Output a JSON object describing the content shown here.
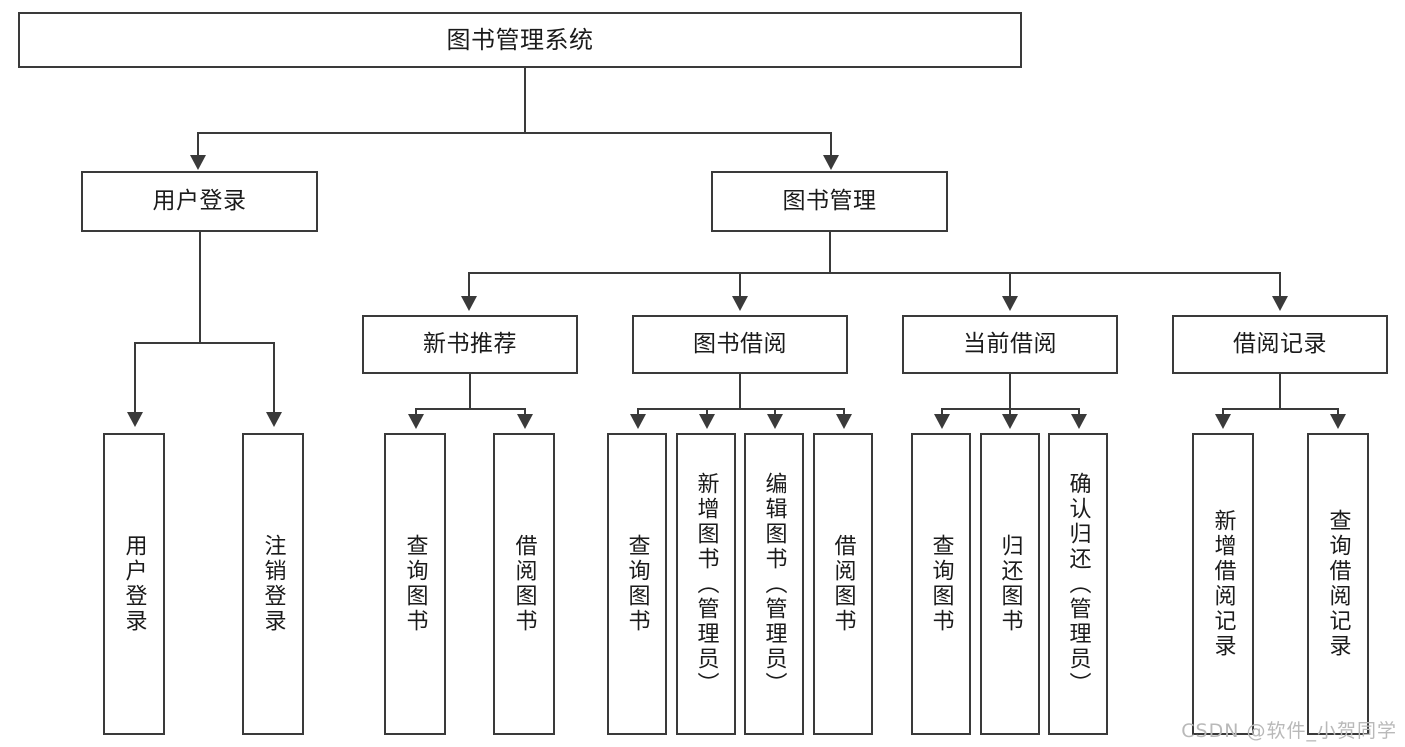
{
  "diagram": {
    "title": "图书管理系统",
    "type": "tree",
    "root": {
      "label": "图书管理系统",
      "children": [
        {
          "label": "用户登录",
          "children": [
            {
              "label": "用户登录"
            },
            {
              "label": "注销登录"
            }
          ]
        },
        {
          "label": "图书管理",
          "children": [
            {
              "label": "新书推荐",
              "children": [
                {
                  "label": "查询图书"
                },
                {
                  "label": "借阅图书"
                }
              ]
            },
            {
              "label": "图书借阅",
              "children": [
                {
                  "label": "查询图书"
                },
                {
                  "label": "新增图书（管理员）"
                },
                {
                  "label": "编辑图书（管理员）"
                },
                {
                  "label": "借阅图书"
                }
              ]
            },
            {
              "label": "当前借阅",
              "children": [
                {
                  "label": "查询图书"
                },
                {
                  "label": "归还图书"
                },
                {
                  "label": "确认归还（管理员）"
                }
              ]
            },
            {
              "label": "借阅记录",
              "children": [
                {
                  "label": "新增借阅记录"
                },
                {
                  "label": "查询借阅记录"
                }
              ]
            }
          ]
        }
      ]
    }
  },
  "nodes": {
    "root": "图书管理系统",
    "user_login": "用户登录",
    "book_manage": "图书管理",
    "new_book_rec": "新书推荐",
    "book_borrow": "图书借阅",
    "current_borrow": "当前借阅",
    "borrow_record": "借阅记录",
    "leaf_user_login": "用户登录",
    "leaf_logout": "注销登录",
    "leaf_query_book_1": "查询图书",
    "leaf_borrow_book_1": "借阅图书",
    "leaf_query_book_2": "查询图书",
    "leaf_add_book_admin": "新增图书（管理员）",
    "leaf_edit_book_admin": "编辑图书（管理员）",
    "leaf_borrow_book_2": "借阅图书",
    "leaf_query_book_3": "查询图书",
    "leaf_return_book": "归还图书",
    "leaf_confirm_return_admin": "确认归还（管理员）",
    "leaf_add_record": "新增借阅记录",
    "leaf_query_record": "查询借阅记录"
  },
  "watermark": {
    "text": "CSDN @软件_小贺同学"
  },
  "colors": {
    "stroke": "#3a3a3a",
    "text": "#1b1b1b",
    "background": "#ffffff",
    "watermark": "#b9b9b9"
  }
}
